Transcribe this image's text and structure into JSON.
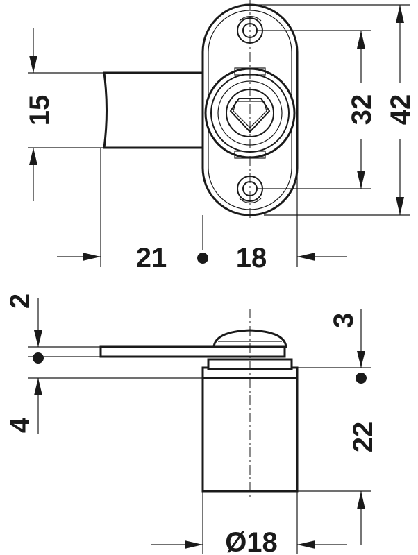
{
  "dimensions": {
    "top_view": {
      "shaft_diameter": "15",
      "hole_spacing": "32",
      "plate_height": "42",
      "shaft_length": "21",
      "plate_width": "18"
    },
    "side_view": {
      "plate_thickness": "2",
      "offset_bottom": "4",
      "offset_top": "3",
      "body_height": "22",
      "body_diameter": "Ø18"
    }
  },
  "colors": {
    "line": "#1a1a1a",
    "background": "#ffffff"
  }
}
